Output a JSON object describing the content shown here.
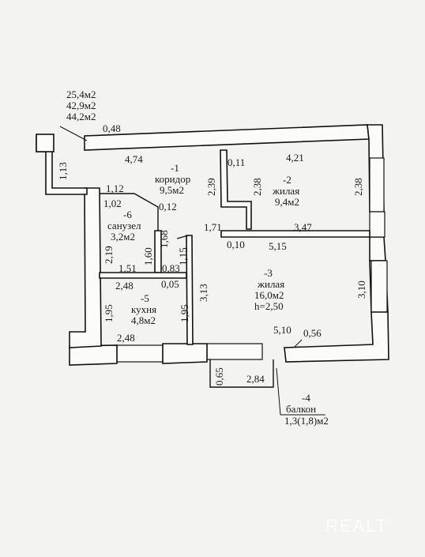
{
  "areas_total": [
    "25,4м2",
    "42,9м2",
    "44,2м2"
  ],
  "rooms": {
    "corridor": {
      "number": "-1",
      "name": "коридор",
      "area": "9,5м2"
    },
    "living2": {
      "number": "-2",
      "name": "жилая",
      "area": "9,4м2"
    },
    "living3": {
      "number": "-3",
      "name": "жилая",
      "area": "16,0м2",
      "height": "h=2,50"
    },
    "balcony": {
      "number": "-4",
      "name": "балкон",
      "area": "1,3(1,8)м2"
    },
    "kitchen": {
      "number": "-5",
      "name": "кухня",
      "area": "4,8м2"
    },
    "bathroom": {
      "number": "-6",
      "name": "санузел",
      "area": "3,2м2"
    }
  },
  "dimensions": {
    "d048": "0,48",
    "d474": "4,74",
    "d421": "4,21",
    "d011": "0,11",
    "d239": "2,39",
    "d238a": "2,38",
    "d238b": "2,38",
    "d113": "1,13",
    "d112": "1,12",
    "d102": "1,02",
    "d012": "0,12",
    "d171": "1,71",
    "d347": "3,47",
    "d010": "0,10",
    "d515": "5,15",
    "d219": "2,19",
    "d160": "1,60",
    "d168": "1,68",
    "d115": "1,15",
    "d151": "1,51",
    "d083": "0,83",
    "d248a": "2,48",
    "d005": "0,05",
    "d313": "3,13",
    "d310": "3,10",
    "d195a": "1,95",
    "d195b": "1,95",
    "d510": "5,10",
    "d056": "0,56",
    "d248b": "2,48",
    "d065": "0,65",
    "d284": "2,84"
  },
  "watermark": "REALT"
}
